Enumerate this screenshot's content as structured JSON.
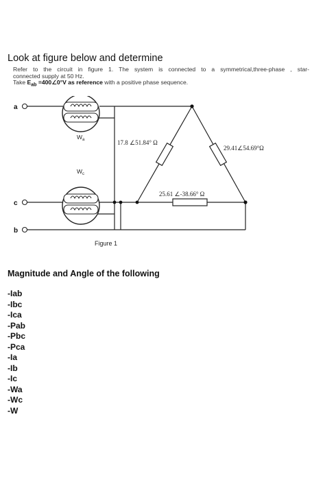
{
  "heading": "Look at figure below and determine",
  "intro": {
    "line1": "Refer to the circuit in figure 1. The system is connected to a symmetrical,three-phase , star-",
    "line2": "connected supply at 50 Hz.",
    "take": "Take",
    "e_label": "E",
    "e_sub": "ab",
    "e_value": "=400∠0°V",
    "as_ref": "as reference",
    "rest": "with a positive phase sequence."
  },
  "figure": {
    "node_a": "a",
    "node_c": "c",
    "node_b": "b",
    "meter_wa": "W",
    "meter_wa_sub": "a",
    "meter_wc": "W",
    "meter_wc_sub": "c",
    "impedance_left": "17.8 ∠51.84° Ω",
    "impedance_right": "29.41∠54.69°Ω",
    "impedance_bottom": "25.61 ∠-38.66° Ω",
    "caption": "Figure 1"
  },
  "subheading": "Magnitude and Angle of the following",
  "questions": [
    "-Iab",
    "-Ibc",
    "-Ica",
    "-Pab",
    "-Pbc",
    "-Pca",
    "-Ia",
    "-Ib",
    "-Ic",
    "-Wa",
    "-Wc",
    "-W"
  ]
}
